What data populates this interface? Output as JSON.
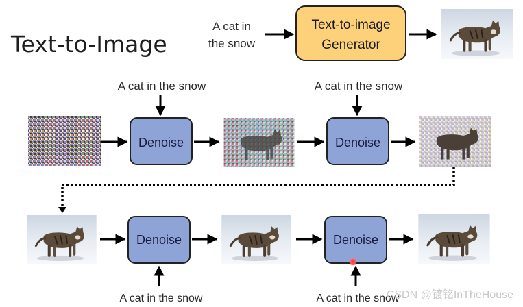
{
  "title": "Text-to-Image",
  "prompt_top": {
    "line1": "A cat in",
    "line2": "the snow"
  },
  "generator": {
    "line1": "Text-to-image",
    "line2": "Generator"
  },
  "denoise_label": "Denoise",
  "row1": {
    "prompt_left": "A cat in the snow",
    "prompt_right": "A cat in the snow"
  },
  "row2": {
    "prompt_left": "A cat in the snow",
    "prompt_right": "A cat in the snow"
  },
  "watermark": "CSDN @镀铭InTheHouse",
  "colors": {
    "denoise_fill": "#8fa4d6",
    "generator_fill": "#fdd07a",
    "arrow": "#000000"
  }
}
